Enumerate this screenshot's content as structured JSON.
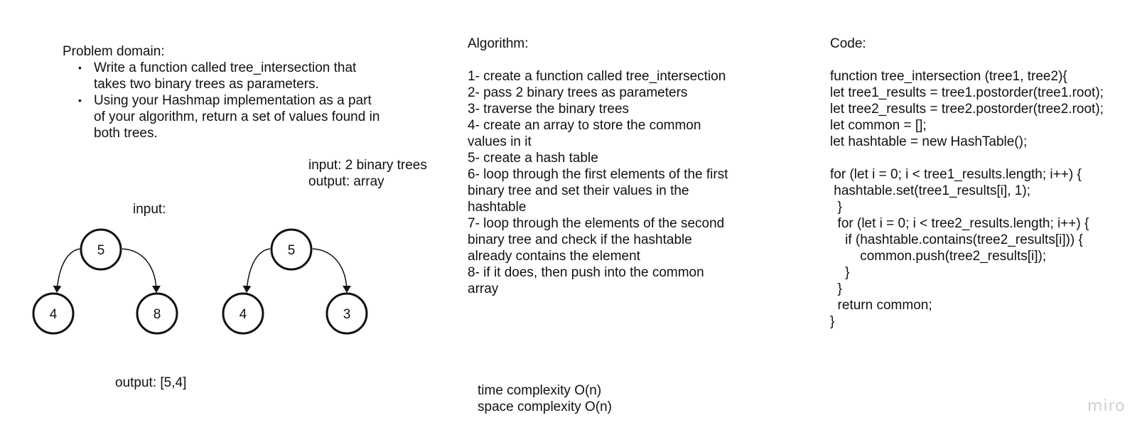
{
  "problem": {
    "title": "Problem domain:",
    "bullets": [
      [
        "Write a function called tree_intersection that",
        "takes two binary trees as parameters."
      ],
      [
        "Using your Hashmap implementation as a part",
        "of your algorithm, return a set of values found in",
        "both trees."
      ]
    ]
  },
  "io": {
    "input": "input: 2 binary trees",
    "output": "output: array"
  },
  "example": {
    "input_label": "input:",
    "output_label": "output: [5,4]",
    "tree1": {
      "root": "5",
      "left": "4",
      "right": "8"
    },
    "tree2": {
      "root": "5",
      "left": "4",
      "right": "3"
    }
  },
  "algorithm": {
    "title": "Algorithm:",
    "lines": [
      "1- create a function called tree_intersection",
      "2- pass 2 binary trees as parameters",
      "3- traverse the binary trees",
      "4- create an array to store the common",
      "values in it",
      "5- create a hash table",
      "6- loop through the first elements of the first",
      "binary tree and set their values in the",
      "hashtable",
      "7- loop through the elements of the second",
      "binary tree and check if the hashtable",
      "already contains the element",
      "8- if it does, then push into the common",
      "array"
    ]
  },
  "complexity": {
    "time": "time complexity O(n)",
    "space": "space complexity O(n)"
  },
  "code": {
    "title": "Code:",
    "lines": [
      "function tree_intersection (tree1, tree2){",
      "let tree1_results = tree1.postorder(tree1.root);",
      "let tree2_results = tree2.postorder(tree2.root);",
      "let common = [];",
      "let hashtable = new HashTable();",
      "",
      "for (let i = 0; i < tree1_results.length; i++) {",
      " hashtable.set(tree1_results[i], 1);",
      "  }",
      "  for (let i = 0; i < tree2_results.length; i++) {",
      "    if (hashtable.contains(tree2_results[i])) {",
      "        common.push(tree2_results[i]);",
      "    }",
      "  }",
      "  return common;",
      "}"
    ]
  },
  "watermark": "miro"
}
